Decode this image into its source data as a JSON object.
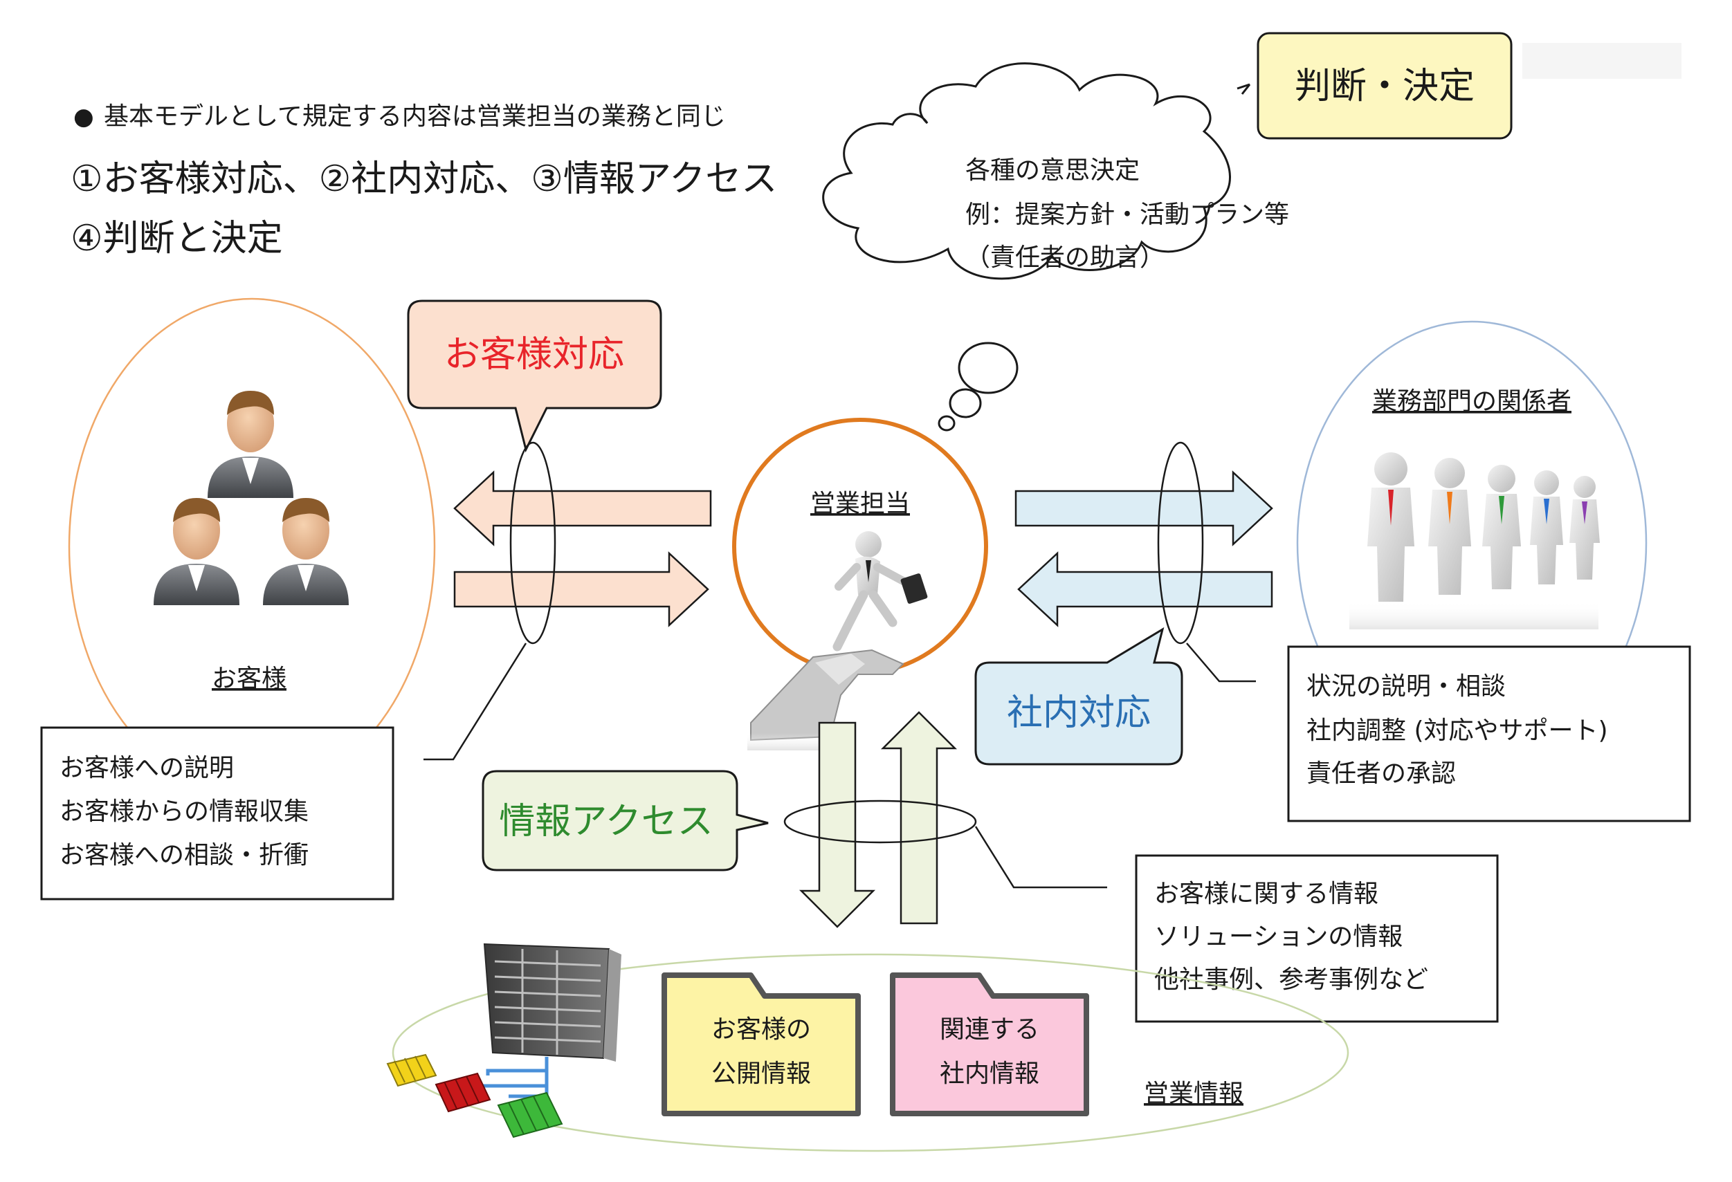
{
  "intro": {
    "bullet": "●",
    "line1": "基本モデルとして規定する内容は営業担当の業務と同じ",
    "line2": "①お客様対応、②社内対応、③情報アクセス",
    "line3": "④判断と決定"
  },
  "decision": {
    "box_label": "判断・決定",
    "cloud_line1": "各種の意思決定",
    "cloud_line2": "例：提案方針・活動プラン等",
    "cloud_line3": "（責任者の助言）"
  },
  "customer": {
    "label": "お客様",
    "callout": "お客様対応",
    "notes": [
      "お客様への説明",
      "お客様からの情報収集",
      "お客様への相談・折衝"
    ]
  },
  "sales": {
    "label": "営業担当"
  },
  "internal": {
    "label": "業務部門の関係者",
    "callout": "社内対応",
    "notes": [
      "状況の説明・相談",
      "社内調整 (対応やサポート)",
      "責任者の承認"
    ]
  },
  "info": {
    "callout": "情報アクセス",
    "notes": [
      "お客様に関する情報",
      "ソリューションの情報",
      "他社事例、参考事例など"
    ],
    "folder1": [
      "お客様の",
      "公開情報"
    ],
    "folder2": [
      "関連する",
      "社内情報"
    ],
    "label": "営業情報"
  },
  "colors": {
    "customer_accent": "#e8242a",
    "internal_accent": "#2a6fb3",
    "info_accent": "#2e8b2e",
    "sales_ring": "#e07a1f",
    "customer_arrow": "#fce0cf",
    "internal_arrow": "#dcedf5",
    "info_arrow": "#eef3df",
    "folder_yellow": "#fdf3a5",
    "folder_pink": "#fbc8dc"
  }
}
